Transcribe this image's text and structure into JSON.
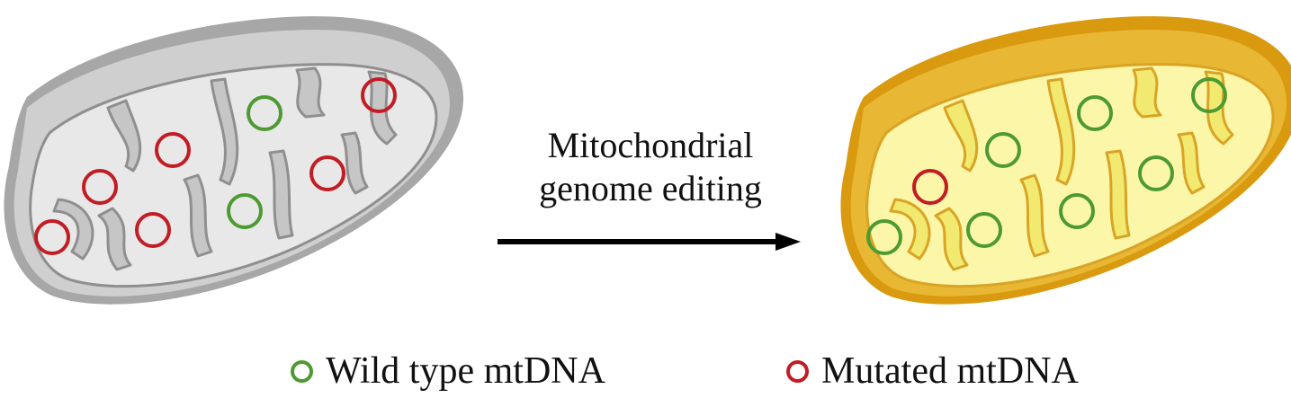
{
  "arrow": {
    "line1": "Mitochondrial",
    "line2": "genome editing"
  },
  "legend": {
    "wild": {
      "label": "Wild type mtDNA",
      "color": "#4e9a32"
    },
    "mutated": {
      "label": "Mutated mtDNA",
      "color": "#c21c24"
    }
  },
  "colors": {
    "before_outer": "#a0a0a0",
    "before_fill": "#e8e8e8",
    "before_cristae": "#c6c6c6",
    "after_outer": "#d99a0f",
    "after_fill": "#fbf6a8",
    "after_cristae": "#f2ea70",
    "arrow": "#000000"
  }
}
